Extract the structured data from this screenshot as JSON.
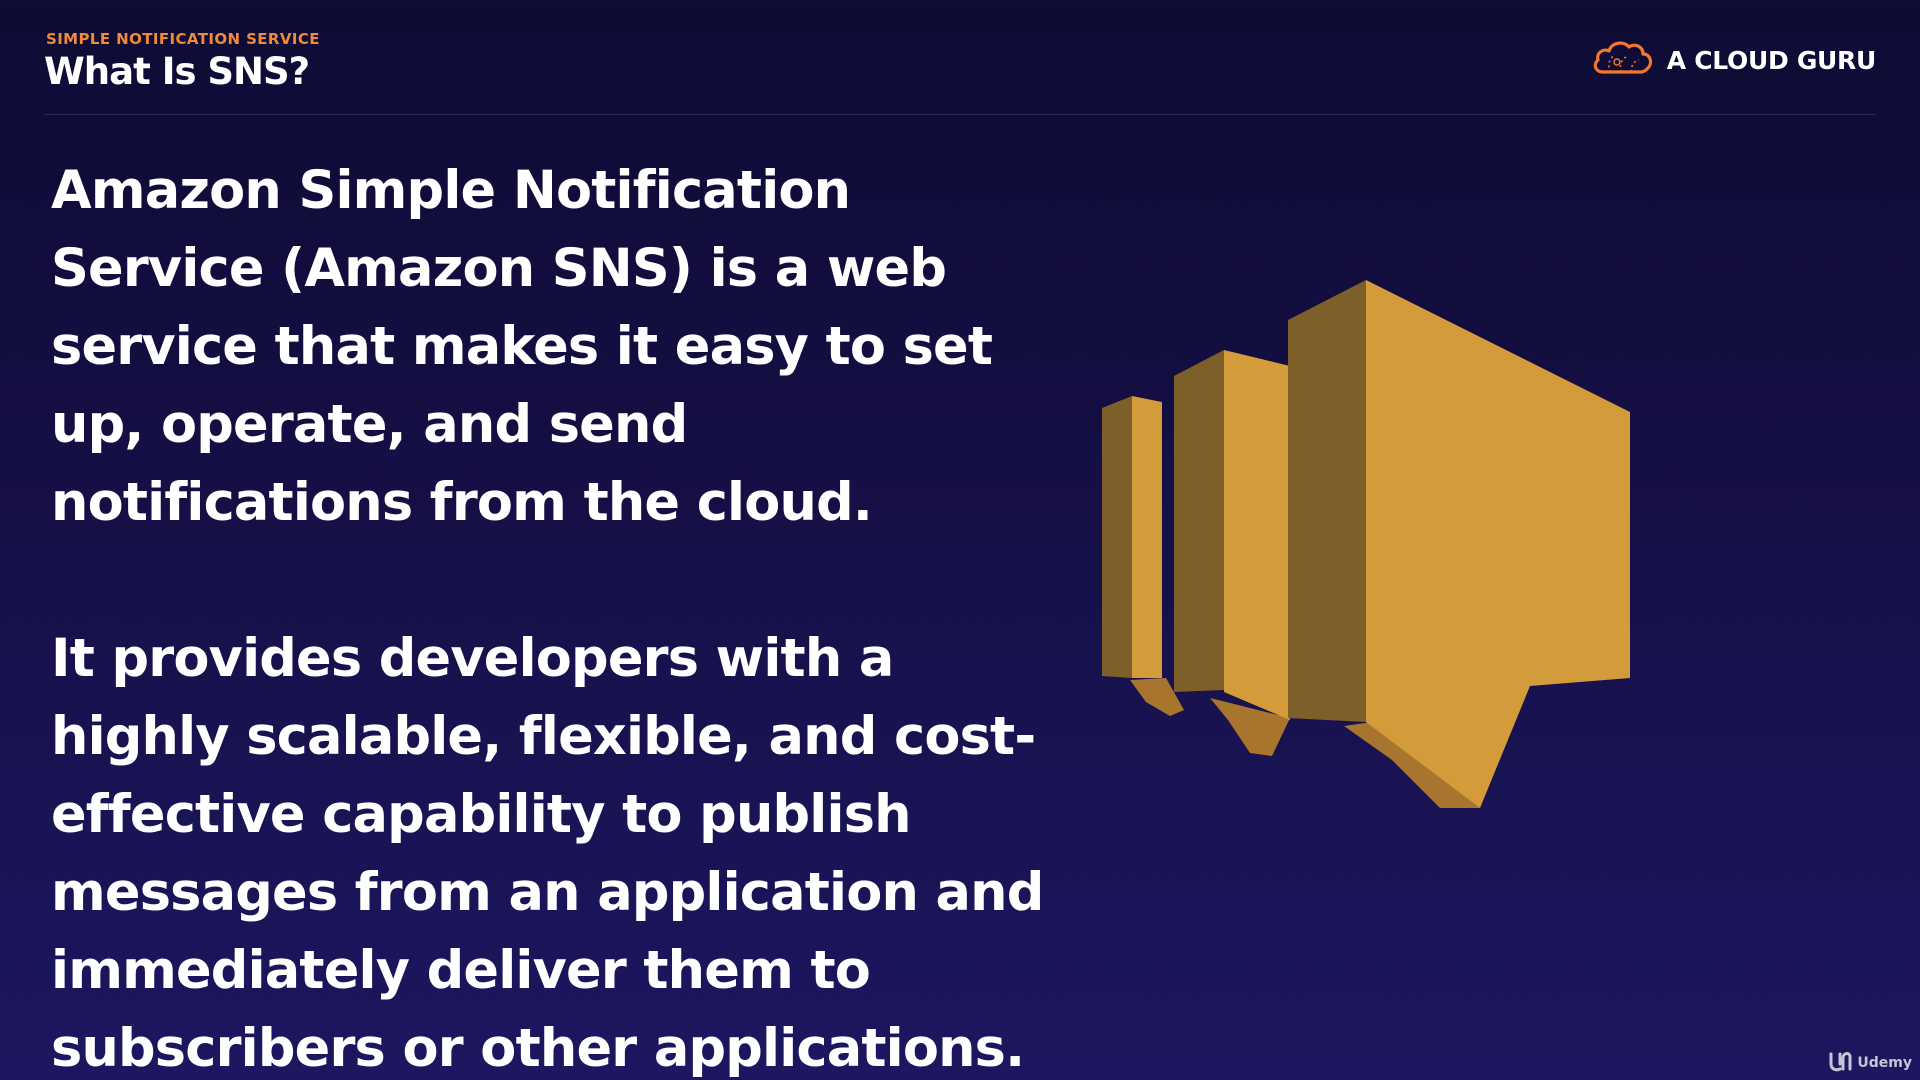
{
  "header": {
    "eyebrow": "SIMPLE NOTIFICATION SERVICE",
    "title": "What Is SNS?"
  },
  "brand": {
    "name": "A CLOUD GURU",
    "icon": "cloud-logo-icon"
  },
  "body": {
    "paragraph_1": "Amazon Simple Notification Service (Amazon SNS) is a web service that makes it easy to set up, operate, and send notifications from the cloud.",
    "paragraph_2": "It provides developers with a highly scalable, flexible, and cost-effective capability to publish messages from an application and immediately deliver them to subscribers or other applications."
  },
  "graphic": {
    "icon": "sns-speech-bubbles-icon"
  },
  "watermark": {
    "name": "Udemy",
    "icon": "udemy-logo-icon"
  },
  "colors": {
    "eyebrow": "#f08a3a",
    "brand_orange": "#f5772f",
    "sns_front": "#d39b3a",
    "sns_side": "#7d5f2a",
    "sns_bottom": "#a7752e"
  }
}
